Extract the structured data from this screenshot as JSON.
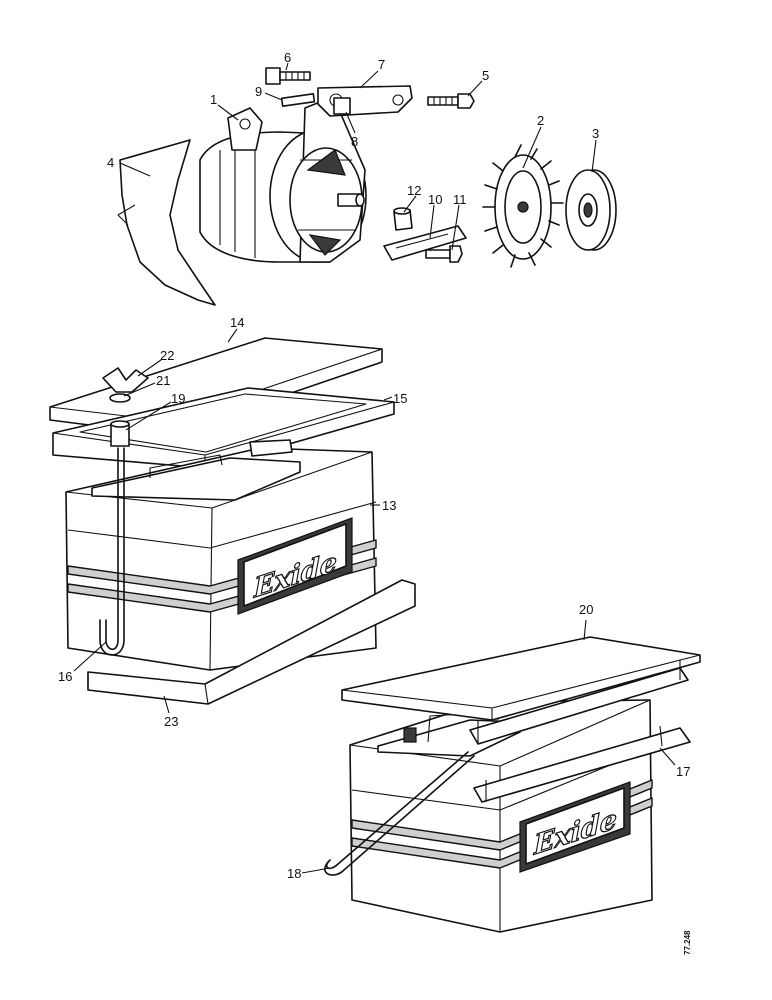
{
  "callouts": {
    "c1": "1",
    "c2": "2",
    "c3": "3",
    "c4": "4",
    "c5": "5",
    "c6": "6",
    "c7": "7",
    "c8": "8",
    "c9": "9",
    "c10": "10",
    "c11": "11",
    "c12": "12",
    "c13": "13",
    "c14": "14",
    "c15": "15",
    "c16": "16",
    "c17": "17",
    "c18": "18",
    "c19": "19",
    "c20": "20",
    "c21": "21",
    "c22": "22",
    "c23": "23"
  },
  "battery_brand": "Exide",
  "reference_code": "77.248"
}
